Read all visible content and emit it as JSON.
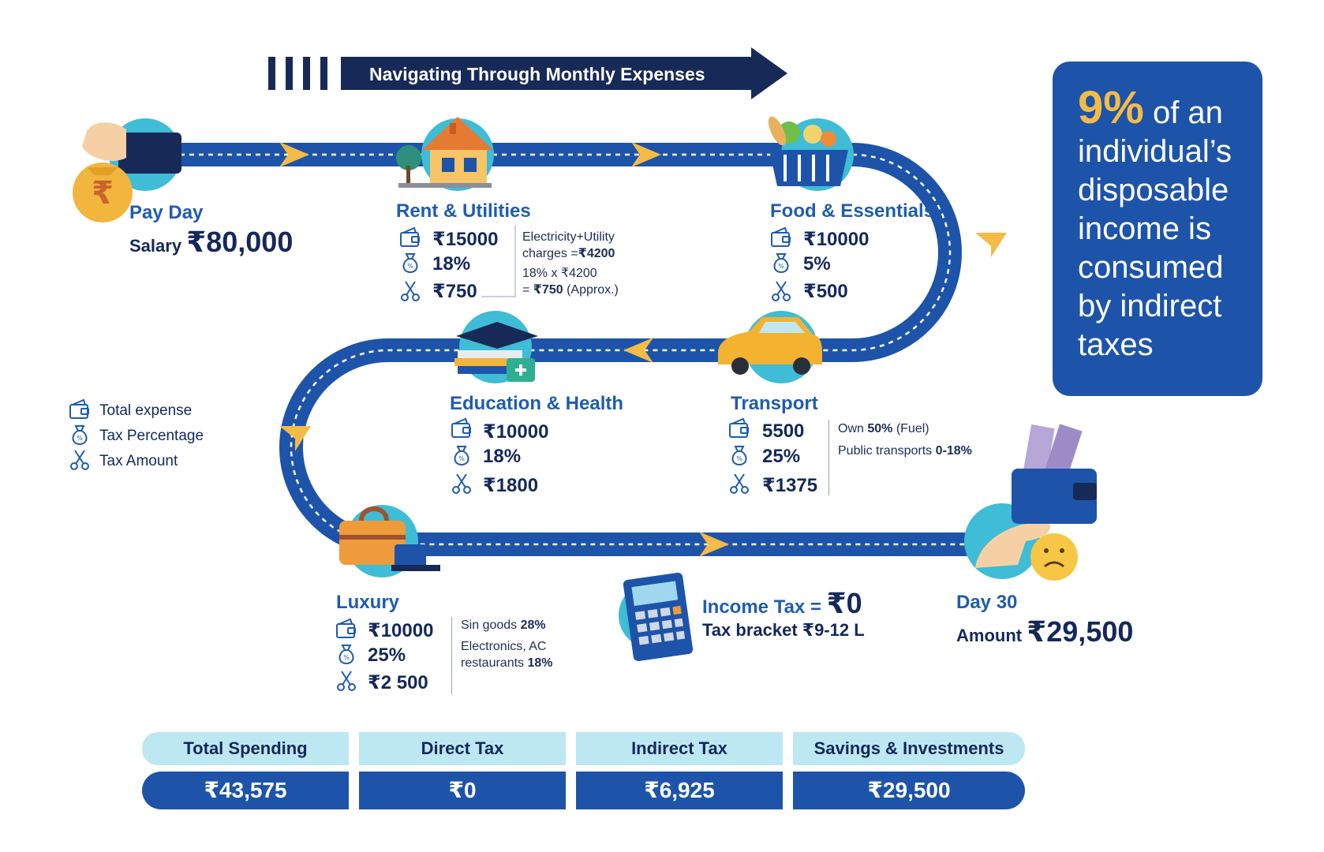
{
  "banner": {
    "title": "Navigating Through Monthly Expenses"
  },
  "colors": {
    "road": "#1d54a9",
    "accent": "#f4bb46",
    "circle": "#3fbcd6",
    "title_blue": "#1f5cb0",
    "navy": "#14285a",
    "light_cyan": "#bde8f1"
  },
  "payday": {
    "title": "Pay Day",
    "salary_label": "Salary",
    "salary_value": "₹80,000",
    "icon": "money-bag-icon"
  },
  "rent": {
    "title": "Rent & Utilities",
    "expense": "₹15000",
    "percent": "18%",
    "tax": "₹750",
    "note_line1": "Electricity+Utility",
    "note_line2_prefix": "charges =",
    "note_line2_value": "₹4200",
    "note_line3": "18% x ₹4200",
    "note_line4_prefix": "= ",
    "note_line4_value": "₹750",
    "note_line4_suffix": " (Approx.)",
    "icon": "house-icon"
  },
  "food": {
    "title": "Food & Essentials",
    "expense": "₹10000",
    "percent": "5%",
    "tax": "₹500",
    "icon": "grocery-basket-icon"
  },
  "transport": {
    "title": "Transport",
    "expense": "5500",
    "percent": "25%",
    "tax": "₹1375",
    "note_line1_prefix": "Own ",
    "note_line1_value": "50%",
    "note_line1_suffix": " (Fuel)",
    "note_line2_prefix": "Public transports ",
    "note_line2_value": "0-18%",
    "icon": "car-icon"
  },
  "education": {
    "title": "Education & Health",
    "expense": "₹10000",
    "percent": "18%",
    "tax": "₹1800",
    "icon": "graduation-medkit-icon"
  },
  "luxury": {
    "title": "Luxury",
    "expense": "₹10000",
    "percent": "25%",
    "tax": "₹2 500",
    "note_line1_prefix": "Sin goods ",
    "note_line1_value": "28%",
    "note_line2": "Electronics, AC",
    "note_line3_prefix": "restaurants ",
    "note_line3_value": "18%",
    "icon": "handbag-ring-icon"
  },
  "income_tax": {
    "label": "Income Tax = ",
    "value": "₹0",
    "bracket": "Tax bracket ₹9-12 L",
    "icon": "calculator-icon"
  },
  "day30": {
    "title": "Day 30",
    "amount_label": "Amount",
    "amount_value": "₹29,500",
    "icon": "wallet-sad-icon"
  },
  "legend": {
    "total": "Total expense",
    "percentage": "Tax Percentage",
    "amount": "Tax Amount"
  },
  "callout": {
    "pct": "9%",
    "text1": " of an",
    "text2": "individual’s",
    "text3": "disposable",
    "text4": "income is",
    "text5": "consumed",
    "text6": "by indirect",
    "text7": "taxes"
  },
  "summary": {
    "headers": [
      "Total Spending",
      "Direct Tax",
      "Indirect Tax",
      "Savings & Investments"
    ],
    "values": [
      "₹43,575",
      "₹0",
      "₹6,925",
      "₹29,500"
    ]
  }
}
